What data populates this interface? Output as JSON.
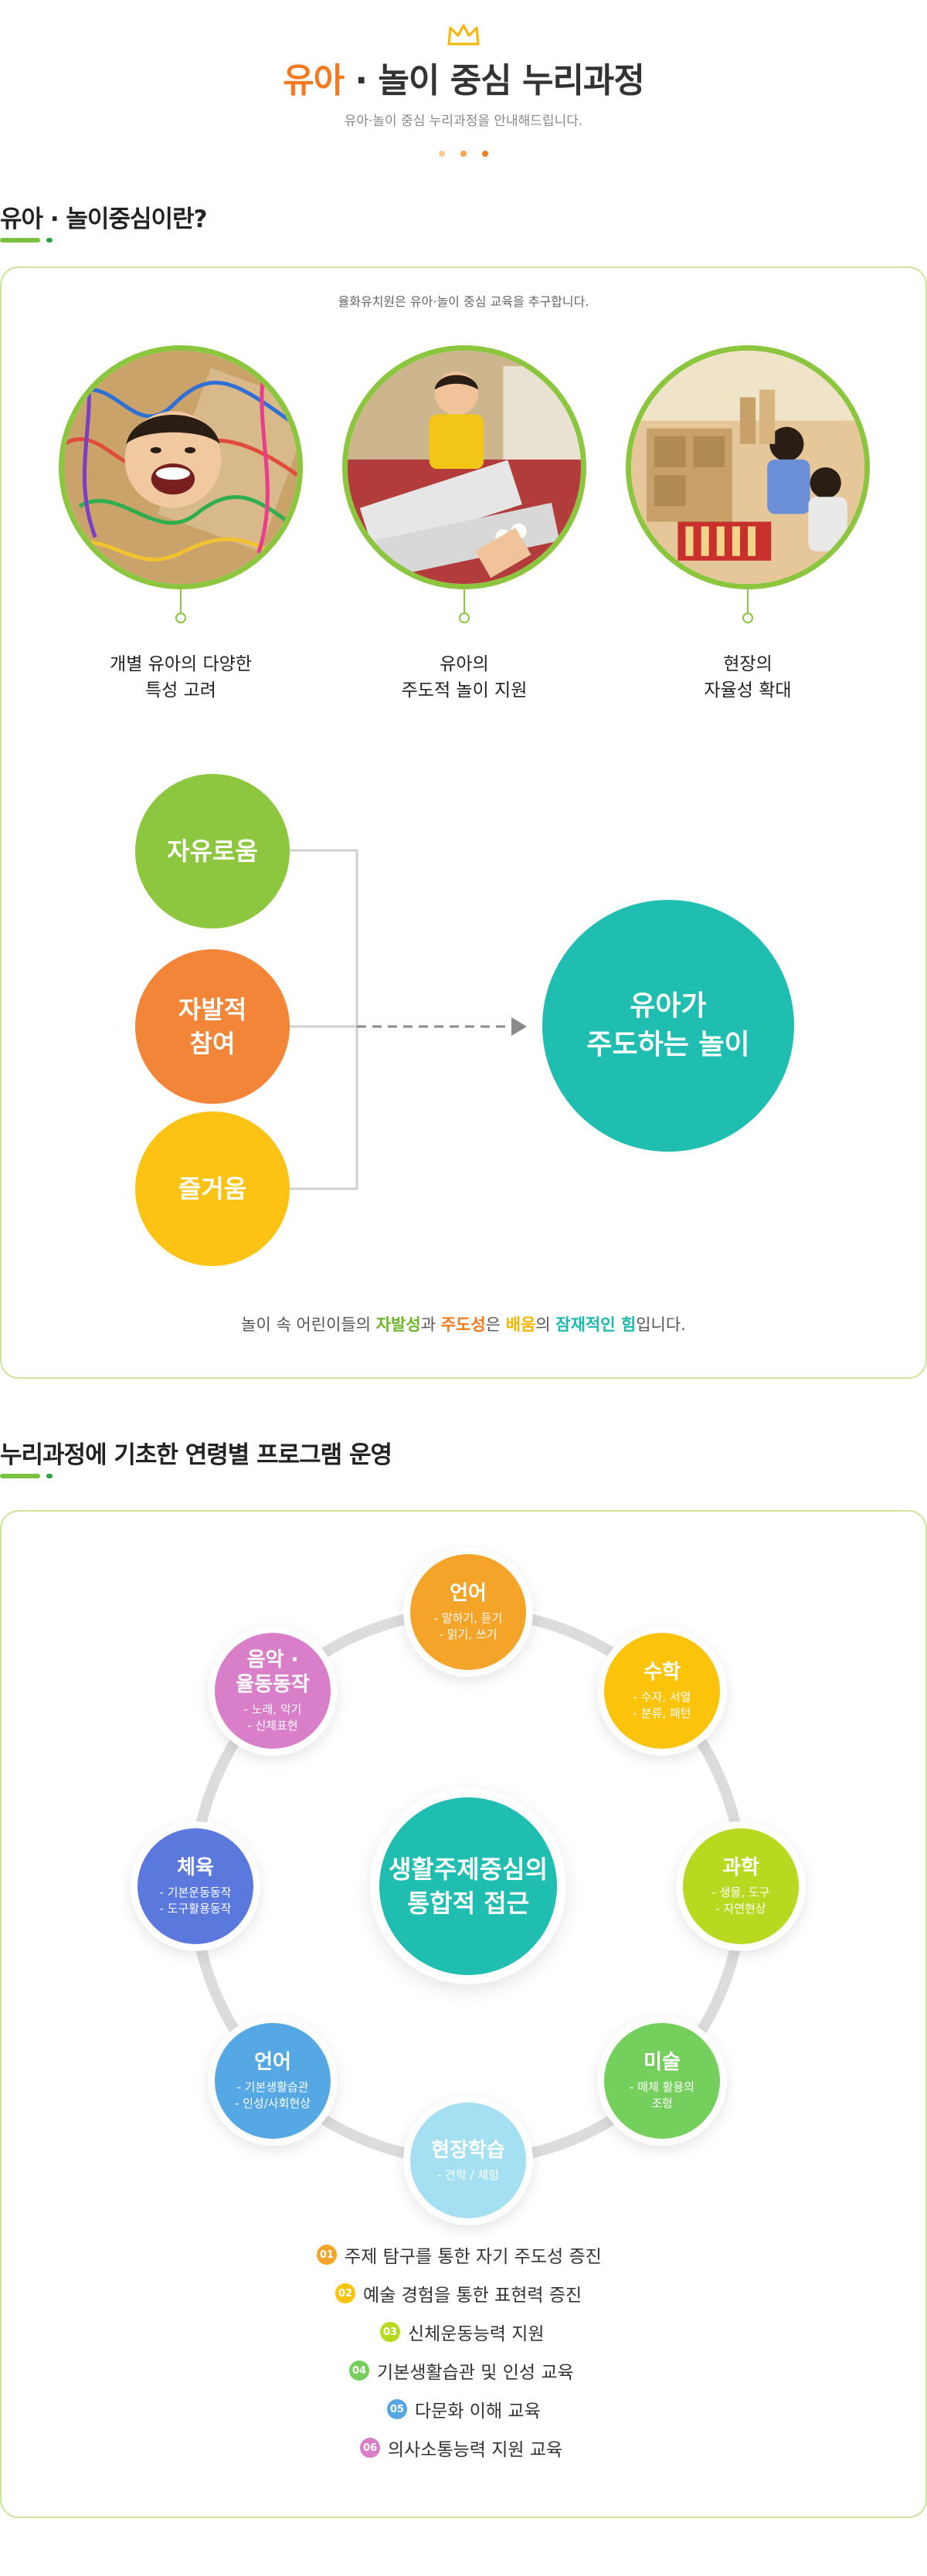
{
  "header": {
    "title_accent": "유아",
    "title_rest": " · 놀이 중심 누리과정",
    "subtitle": "유아·놀이 중심 누리과정을 안내해드립니다."
  },
  "colors": {
    "accent_orange": "#f47a20",
    "brand_green": "#8cc63f",
    "teal": "#20bdb1"
  },
  "section1": {
    "title": "유아 · 놀이중심이란?",
    "intro": "율화유치원은 유아·놀이 중심 교육을 추구합니다.",
    "photos": [
      {
        "caption": "개별 유아의 다양한\n특성 고려"
      },
      {
        "caption": "유아의\n주도적 놀이 지원"
      },
      {
        "caption": "현장의\n자율성 확대"
      }
    ],
    "bubbles": [
      {
        "label": "자유로움",
        "color": "#8dc63f"
      },
      {
        "label": "자발적\n참여",
        "color": "#f28537"
      },
      {
        "label": "즐거움",
        "color": "#fcc314"
      }
    ],
    "result": {
      "label": "유아가\n주도하는 놀이",
      "color": "#20bdb1"
    },
    "summary": {
      "p1": "놀이 속 어린이들의 ",
      "w1": "자발성",
      "p2": "과 ",
      "w2": "주도성",
      "p3": "은 ",
      "w3": "배움",
      "p4": "의 ",
      "w4": "잠재적인 힘",
      "p5": "입니다."
    }
  },
  "section2": {
    "title": "누리과정에 기초한 연령별 프로그램 운영",
    "center": "생활주제중심의\n통합적 접근",
    "nodes": [
      {
        "title": "언어",
        "sub": "- 말하기, 듣기\n- 읽기, 쓰기",
        "color": "#f5a42a"
      },
      {
        "title": "수학",
        "sub": "- 수자, 서열\n- 분류, 패턴",
        "color": "#fcc30b"
      },
      {
        "title": "과학",
        "sub": "- 생물, 도구\n- 자연현상",
        "color": "#b7d920"
      },
      {
        "title": "미술",
        "sub": "- 매체 활용의\n조형",
        "color": "#75cf5c"
      },
      {
        "title": "현장학습",
        "sub": "- 견학 / 체험",
        "color": "#a5e0f2"
      },
      {
        "title": "언어",
        "sub": "- 기본생활습관\n- 인성/사회현상",
        "color": "#55a8e4"
      },
      {
        "title": "체육",
        "sub": "- 기본운동동작\n- 도구활용동작",
        "color": "#5b78dc"
      },
      {
        "title": "음악 ·\n율동동작",
        "sub": "- 노래, 악기\n- 신체표현",
        "color": "#d97ec8"
      }
    ],
    "goals": [
      {
        "num": "01",
        "text": "주제 탐구를 통한 자기 주도성 증진",
        "color": "#f5a42a"
      },
      {
        "num": "02",
        "text": "예술 경험을 통한 표현력 증진",
        "color": "#fcc30b"
      },
      {
        "num": "03",
        "text": "신체운동능력 지원",
        "color": "#b7d920"
      },
      {
        "num": "04",
        "text": "기본생활습관 및 인성 교육",
        "color": "#75cf5c"
      },
      {
        "num": "05",
        "text": "다문화 이해 교육",
        "color": "#55a8e4"
      },
      {
        "num": "06",
        "text": "의사소통능력 지원 교육",
        "color": "#d97ec8"
      }
    ]
  }
}
